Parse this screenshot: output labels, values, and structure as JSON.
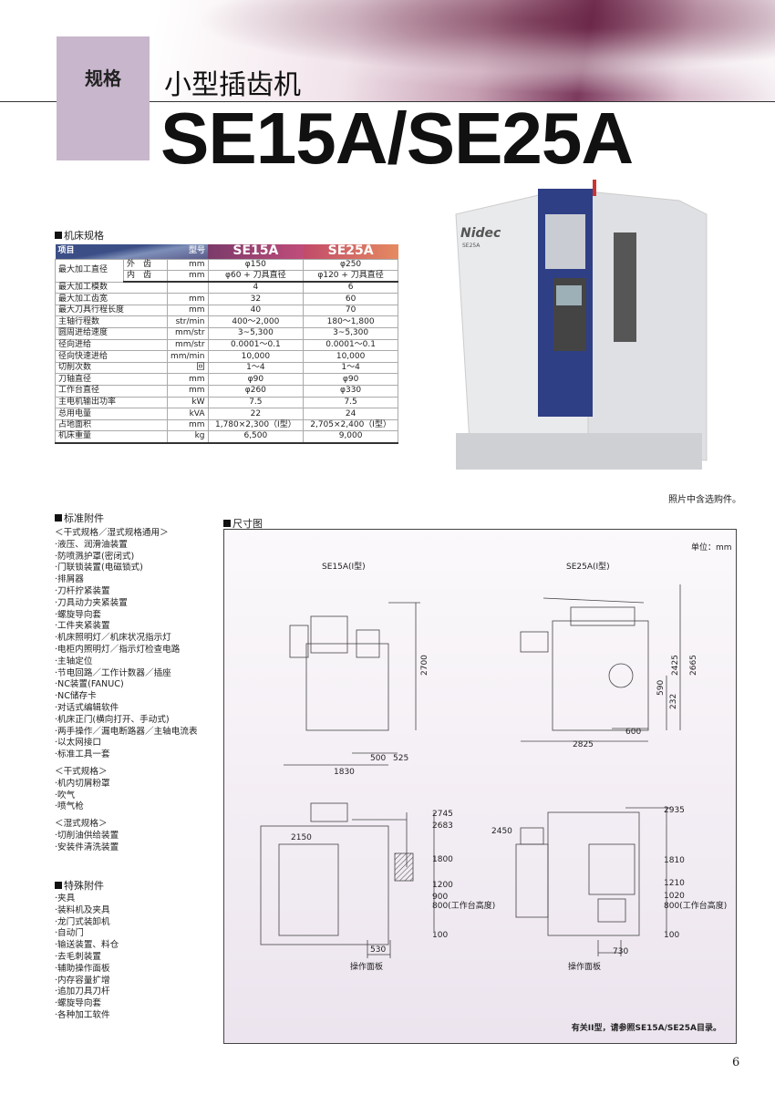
{
  "header": {
    "section_tab": "规格",
    "subtitle": "小型插齿机",
    "title": "SE15A/SE25A"
  },
  "spec": {
    "heading": "机床规格",
    "header": {
      "item": "项目",
      "model": "型号",
      "models": [
        "SE15A",
        "SE25A"
      ]
    },
    "max_diameter": {
      "label": "最大加工直径",
      "rows": [
        {
          "sub": "外　齿",
          "unit": "mm",
          "values": [
            "φ150",
            "φ250"
          ]
        },
        {
          "sub": "内　齿",
          "unit": "mm",
          "values": [
            "φ60 + 刀具直径",
            "φ120 + 刀具直径"
          ]
        }
      ]
    },
    "rows": [
      {
        "label": "最大加工模数",
        "unit": "",
        "values": [
          "4",
          "6"
        ]
      },
      {
        "label": "最大加工齿宽",
        "unit": "mm",
        "values": [
          "32",
          "60"
        ]
      },
      {
        "label": "最大刀具行程长度",
        "unit": "mm",
        "values": [
          "40",
          "70"
        ]
      },
      {
        "label": "主轴行程数",
        "unit": "str/min",
        "values": [
          "400～2,000",
          "180～1,800"
        ]
      },
      {
        "label": "圆周进给速度",
        "unit": "mm/str",
        "values": [
          "3~5,300",
          "3~5,300"
        ]
      },
      {
        "label": "径向进给",
        "unit": "mm/str",
        "values": [
          "0.0001～0.1",
          "0.0001～0.1"
        ]
      },
      {
        "label": "径向快速进给",
        "unit": "mm/min",
        "values": [
          "10,000",
          "10,000"
        ]
      },
      {
        "label": "切削次数",
        "unit": "回",
        "values": [
          "1～4",
          "1～4"
        ]
      },
      {
        "label": "刀轴直径",
        "unit": "mm",
        "values": [
          "φ90",
          "φ90"
        ]
      },
      {
        "label": "工作台直径",
        "unit": "mm",
        "values": [
          "φ260",
          "φ330"
        ]
      },
      {
        "label": "主电机输出功率",
        "unit": "kW",
        "values": [
          "7.5",
          "7.5"
        ]
      },
      {
        "label": "总用电量",
        "unit": "kVA",
        "values": [
          "22",
          "24"
        ]
      },
      {
        "label": "占地面积",
        "unit": "mm",
        "values": [
          "1,780×2,300（Ⅰ型）",
          "2,705×2,400（Ⅰ型）"
        ]
      },
      {
        "label": "机床重量",
        "unit": "kg",
        "values": [
          "6,500",
          "9,000"
        ]
      }
    ]
  },
  "photo": {
    "brand": "Nidec",
    "model": "SE25A",
    "caption": "照片中含选购件。"
  },
  "standard": {
    "heading": "标准附件",
    "common_title": "＜干式规格／湿式规格通用＞",
    "common": [
      "·液压、润滑油装置",
      "·防喷溅护罩(密闭式)",
      "·门联锁装置(电磁锁式)",
      "·排屑器",
      "·刀杆拧紧装置",
      "·刀具动力夹紧装置",
      "·螺旋导向套",
      "·工件夹紧装置",
      "·机床照明灯／机床状况指示灯",
      "·电柜内照明灯／指示灯检查电路",
      "·主轴定位",
      "·节电回路／工作计数器／插座",
      "·NC装置(FANUC)",
      "·NC储存卡",
      "·对话式编辑软件",
      "·机床正门(横向打开、手动式)",
      "·两手操作／漏电断路器／主轴电流表",
      "·以太网接口",
      "·标准工具一套"
    ],
    "dry_title": "＜干式规格＞",
    "dry": [
      "·机内切屑粉罩",
      "·吹气",
      "·喷气枪"
    ],
    "wet_title": "＜湿式规格＞",
    "wet": [
      "·切削油供给装置",
      "·安装件清洗装置"
    ]
  },
  "special": {
    "heading": "特殊附件",
    "items": [
      "·夹具",
      "·装料机及夹具",
      "·龙门式装卸机",
      "·自动门",
      "·输送装置、料仓",
      "·去毛刺装置",
      "·辅助操作面板",
      "·内存容量扩增",
      "·追加刀具刀杆",
      "·螺旋导向套",
      "·各种加工软件"
    ]
  },
  "dimensions": {
    "heading": "尺寸图",
    "unit": "单位：mm",
    "se15a": {
      "title": "SE15A(Ⅰ型)",
      "height": "2700",
      "d500": "500",
      "d525": "525",
      "width": "1830",
      "front": {
        "h2745": "2745",
        "h2683": "2683",
        "h2150": "2150",
        "h1800": "1800",
        "h1200": "1200",
        "h900": "900",
        "h800": "800(工作台高度)",
        "h100": "100",
        "w530": "530",
        "panel": "操作面板"
      }
    },
    "se25a": {
      "title": "SE25A(Ⅰ型)",
      "h2425": "2425",
      "h2665": "2665",
      "h590": "590",
      "h232": "232",
      "d600": "600",
      "width": "2825",
      "front": {
        "h2935": "2935",
        "h2450": "2450",
        "h1810": "1810",
        "h1210": "1210",
        "h1020": "1020",
        "h800": "800(工作台高度)",
        "h100": "100",
        "w730": "730",
        "panel": "操作面板"
      }
    },
    "note": "有关II型，请参照SE15A/SE25A目录。"
  },
  "page_number": "6"
}
